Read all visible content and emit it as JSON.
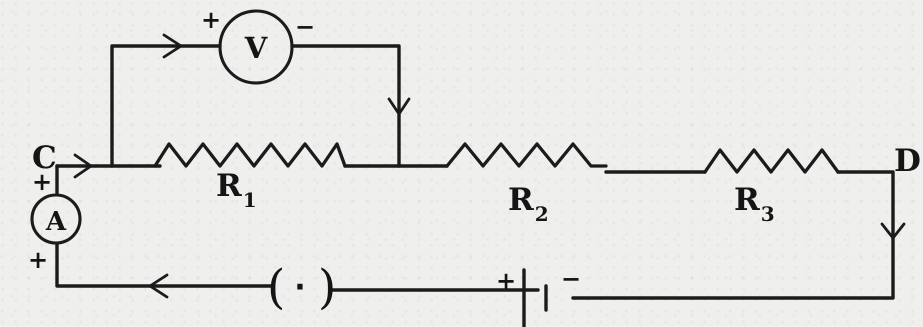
{
  "diagram": {
    "node_labels": {
      "left": "C",
      "right": "D"
    },
    "resistors": [
      {
        "label": "R",
        "subscript": "1"
      },
      {
        "label": "R",
        "subscript": "2"
      },
      {
        "label": "R",
        "subscript": "3"
      }
    ],
    "voltmeter": {
      "symbol": "V",
      "positive": "+",
      "negative": "−"
    },
    "ammeter": {
      "symbol": "A",
      "positive_top": "+",
      "positive_bottom": "+"
    },
    "battery": {
      "positive": "+",
      "negative": "−"
    },
    "key_symbol": "( · )",
    "colors": {
      "ink": "#1b1b1b",
      "paper": "#efefed"
    }
  }
}
